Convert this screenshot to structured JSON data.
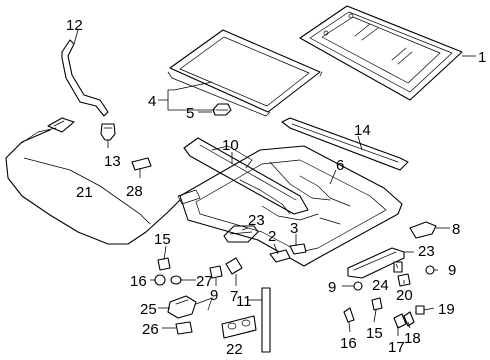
{
  "callouts": {
    "c1": "1",
    "c2": "2",
    "c3": "3",
    "c4": "4",
    "c5": "5",
    "c6": "6",
    "c7": "7",
    "c8": "8",
    "c9a": "9",
    "c9b": "9",
    "c9c": "9",
    "c10": "10",
    "c11": "11",
    "c12": "12",
    "c13": "13",
    "c14": "14",
    "c15a": "15",
    "c15b": "15",
    "c16a": "16",
    "c16b": "16",
    "c17": "17",
    "c18": "18",
    "c19": "19",
    "c20": "20",
    "c21": "21",
    "c22": "22",
    "c23a": "23",
    "c23b": "23",
    "c24": "24",
    "c25": "25",
    "c26": "26",
    "c27": "27",
    "c28": "28"
  }
}
